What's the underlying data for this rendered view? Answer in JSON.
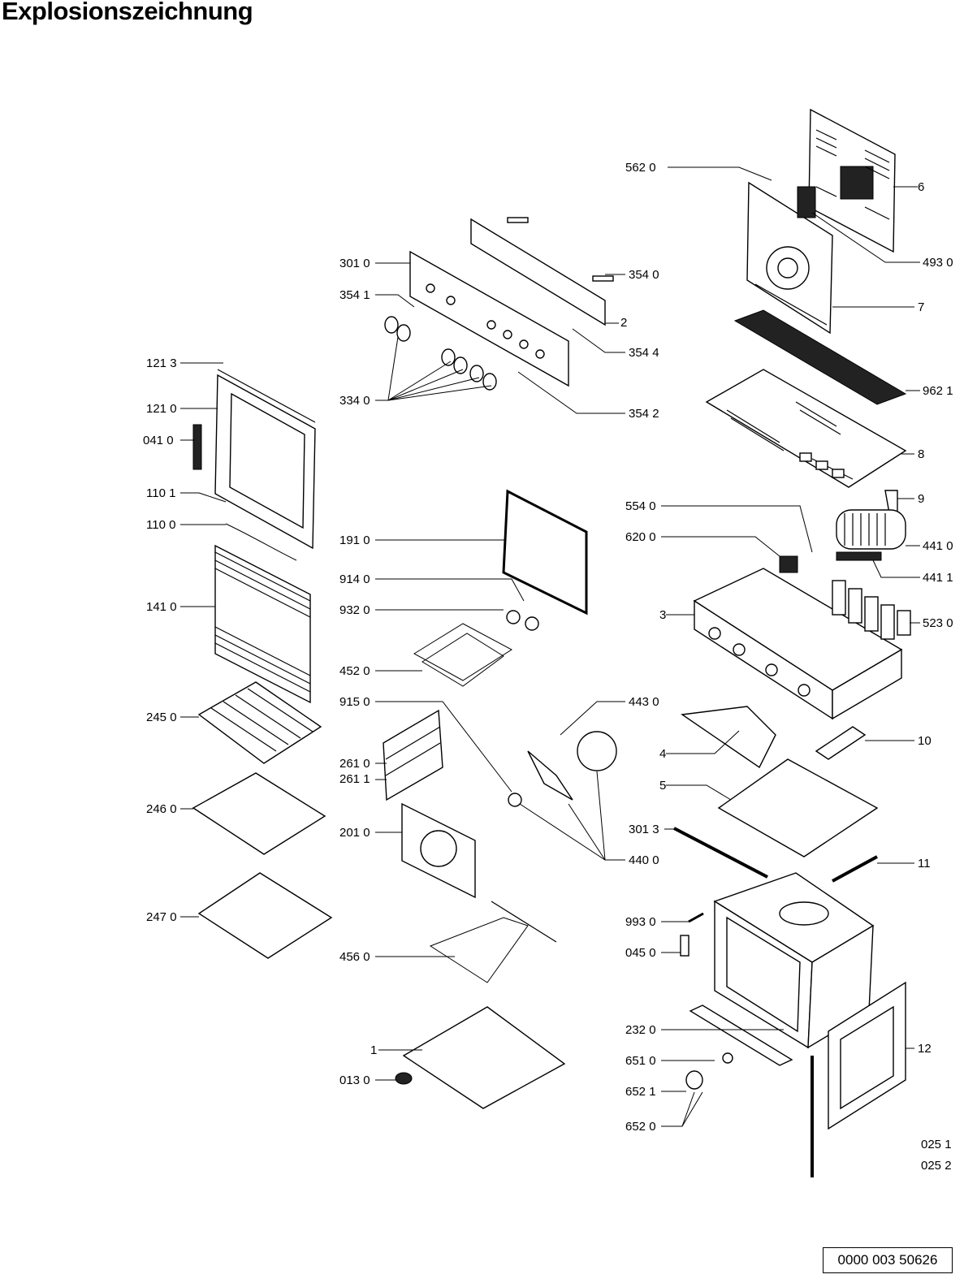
{
  "title": "Explosionszeichnung",
  "reference_number": "0000 003 50626",
  "labels": [
    "562 0",
    "6",
    "493 0",
    "7",
    "301 0",
    "354 0",
    "354 1",
    "2",
    "354 4",
    "334 0",
    "354 2",
    "962 1",
    "8",
    "9",
    "121 3",
    "121 0",
    "041 0",
    "110 1",
    "110 0",
    "191 0",
    "554 0",
    "620 0",
    "441 0",
    "441 1",
    "914 0",
    "932 0",
    "3",
    "523 0",
    "141 0",
    "452 0",
    "915 0",
    "443 0",
    "245 0",
    "261 0",
    "261 1",
    "4",
    "10",
    "5",
    "246 0",
    "201 0",
    "301 3",
    "440 0",
    "11",
    "247 0",
    "993 0",
    "045 0",
    "456 0",
    "232 0",
    "12",
    "1",
    "651 0",
    "013 0",
    "652 1",
    "652 0",
    "025 1",
    "025 2"
  ]
}
